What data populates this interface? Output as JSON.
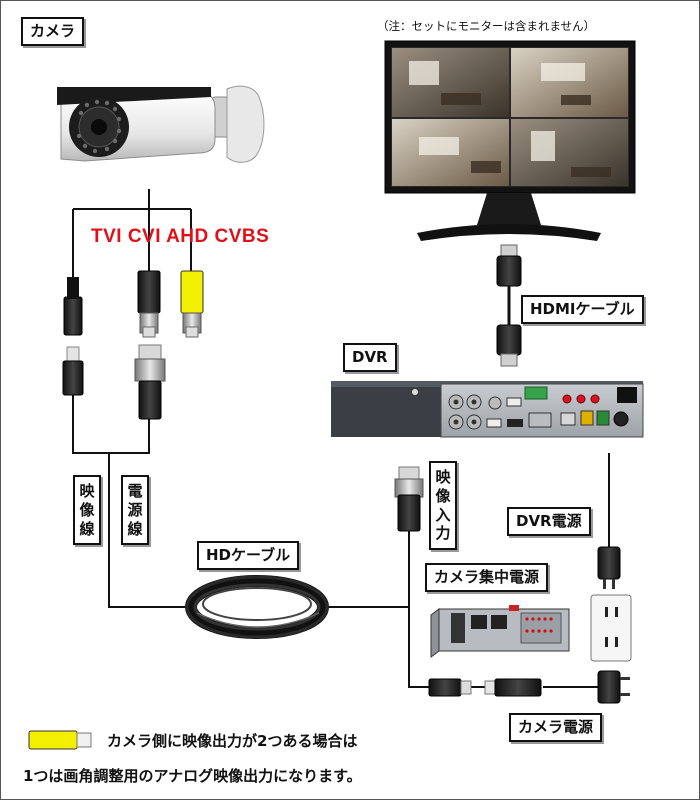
{
  "labels": {
    "camera": "カメラ",
    "monitor_note": "（注：セットにモニターは含まれません）",
    "signals": "TVI CVI AHD CVBS",
    "hdmi_cable": "HDMIケーブル",
    "dvr": "DVR",
    "video_line": "映像線",
    "power_line": "電源線",
    "video_input": "映像入力",
    "dvr_power": "DVR電源",
    "hd_cable": "HDケーブル",
    "camera_central_power": "カメラ集中電源",
    "camera_power": "カメラ電源"
  },
  "footer": {
    "line1": "カメラ側に映像出力が2つある場合は",
    "line2": "1つは画角調整用のアナログ映像出力になります。"
  },
  "colors": {
    "signal_text": "#e0101a",
    "connector_yellow": "#f3ef00",
    "line": "#111111"
  }
}
